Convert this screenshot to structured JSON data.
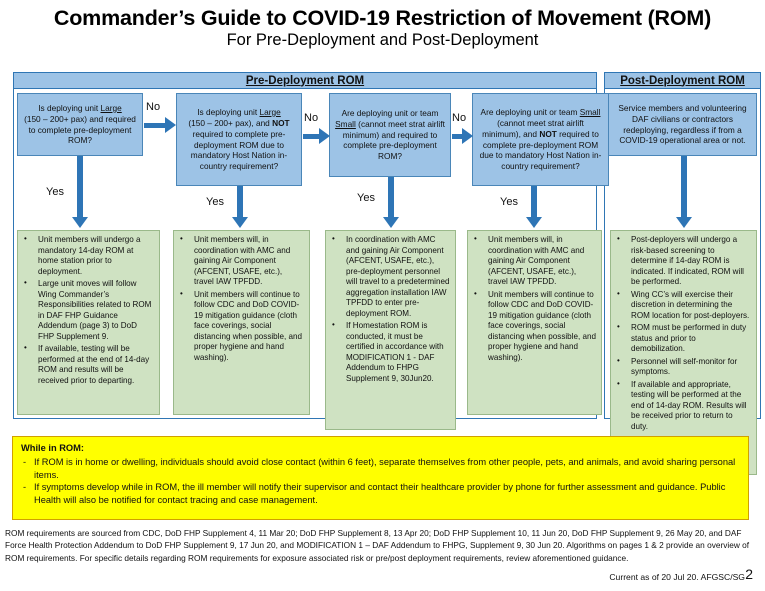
{
  "title": {
    "main": "Commander’s Guide to COVID-19 Restriction of Movement (ROM)",
    "sub": "For Pre-Deployment and Post-Deployment"
  },
  "sections": {
    "pre": {
      "header": "Pre-Deployment ROM"
    },
    "post": {
      "header": "Post-Deployment ROM"
    }
  },
  "decisions": [
    {
      "id": "dec1",
      "line1": "Is deploying unit ",
      "emph1": "Large",
      "line2": "(150 – 200+  pax) and required to complete pre-deployment ROM?"
    },
    {
      "id": "dec2",
      "line1": "Is deploying unit ",
      "emph1": "Large",
      "line2": "(150 – 200+  pax), and ",
      "bold": "NOT",
      "line3": " required to complete pre-deployment ROM due to mandatory Host Nation in-country requirement?"
    },
    {
      "id": "dec3",
      "line1": "Are deploying unit or team ",
      "emph1": "Small",
      "line2": " (cannot meet strat airlift minimum) and required to complete pre-deployment ROM?"
    },
    {
      "id": "dec4",
      "line1": "Are deploying unit or team ",
      "emph1": "Small",
      "line2": " (cannot meet strat airlift minimum), and ",
      "bold": "NOT",
      "line3": " required to complete pre-deployment ROM due to mandatory Host Nation in-country requirement?"
    }
  ],
  "post_intro": "Service members and volunteering DAF civilians or contractors redeploying, regardless if from a COVID-19 operational area or not.",
  "arrow_labels": {
    "no": "No",
    "yes": "Yes"
  },
  "outcomes": {
    "out1": [
      "Unit members will undergo a mandatory 14-day ROM at home station prior to deployment.",
      "Large unit moves will follow Wing Commander’s Responsibilities  related to ROM in DAF FHP Guidance Addendum  (page 3) to DoD FHP Supplement  9.",
      "If available, testing will be performed at the end of 14-day ROM and results will be received prior to departing."
    ],
    "out2": [
      "Unit members will, in coordination with AMC and gaining Air Component (AFCENT, USAFE, etc.), travel IAW TPFDD.",
      "Unit members will continue to follow CDC and DoD COVID-19 mitigation guidance (cloth face coverings, social distancing when possible, and proper hygiene and hand washing)."
    ],
    "out3": [
      "In coordination with AMC and gaining Air Component (AFCENT, USAFE, etc.), pre-deployment  personnel will travel to a predetermined aggregation installation IAW TPFDD to enter pre-deployment  ROM.",
      "If Homestation ROM is conducted, it must be certified in accordance with MODIFICATION 1 - DAF Addendum  to FHPG Supplement  9, 30Jun20."
    ],
    "out4": [
      "Unit members will, in coordination with AMC and gaining Air Component  (AFCENT, USAFE, etc.), travel IAW TPFDD.",
      "Unit members will continue to follow CDC and DoD COVID-19 mitigation guidance (cloth face coverings, social distancing when possible,  and proper hygiene and hand washing)."
    ],
    "out5": [
      "Post-deployers  will undergo a risk-based  screening to determine if 14-day ROM is indicated.  If indicated, ROM will be performed.",
      "Wing CC’s will exercise their discretion  in determining the ROM location for post-deployers.",
      "ROM must be performed  in duty status and prior to demobilization.",
      "Personnel  will self-monitor for symptoms.",
      "If available and appropriate, testing will be performed  at the end of 14-day ROM.  Results will be received prior to return to duty."
    ]
  },
  "rom_note": {
    "title": "While in ROM:",
    "items": [
      "If ROM is in home  or dwelling, individuals should avoid close contact (within 6 feet), separate themselves from other people, pets, and animals, and avoid sharing personal items.",
      "If symptoms develop while in ROM, the ill member will notify their supervisor and contact their healthcare provider by phone for further  assessment and guidance.  Public Health will also be notified for contact tracing and case management."
    ]
  },
  "footer": {
    "text": "ROM requirements are sourced from CDC, DoD FHP Supplement 4, 11 Mar 20; DoD FHP Supplement 8, 13 Apr 20; DoD  FHP Supplement 10, 11 Jun 20, DoD FHP Supplement 9, 26 May 20, and DAF Force Health Protection Addendum  to DoD FHP Supplement 9, 17 Jun 20, and MODIFICATION 1 – DAF Addendum  to FHPG, Supplement 9, 30 Jun 20.  Algorithms on pages 1 & 2 provide an overview of ROM requirements.   For specific details regarding ROM requirements for exposure associated risk or pre/post deployment  requirements,  review aforementioned guidance.",
    "current": "Current as of 20 Jul 20.  AFGSC/SG",
    "page": "2"
  },
  "colors": {
    "decision_fill": "#9dc3e6",
    "outcome_fill": "#cfe2c2",
    "note_fill": "#ffff00",
    "arrow": "#2e75b6",
    "frame_border": "#2f76b4"
  }
}
